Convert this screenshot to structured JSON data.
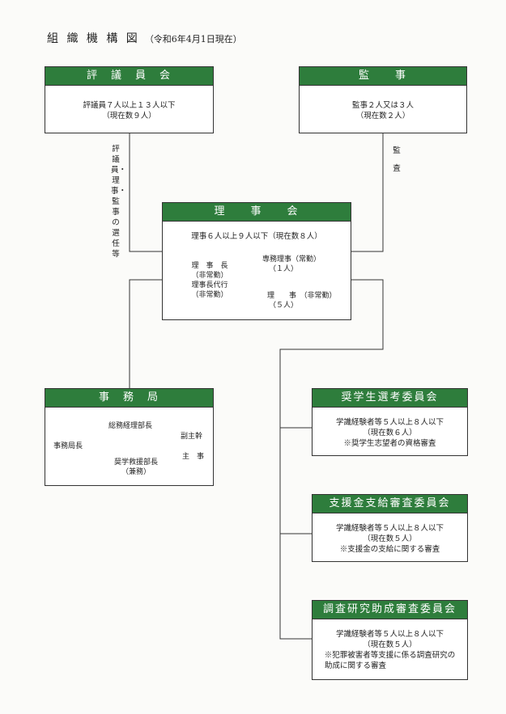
{
  "title": "組 織 機 構 図",
  "date": "（令和6年4月1日現在）",
  "hyogiin": {
    "name": "評　議　員　会",
    "l1": "評議員７人以上１３人以下",
    "l2": "（現在数９人）"
  },
  "kanji": {
    "name": "監　　事",
    "l1": "監事２人又は３人",
    "l2": "（現在数２人）"
  },
  "label_senin": "評議員・理事・監事の選任等",
  "label_kansa": "監査",
  "rijikai": {
    "name": "理　　事　　会",
    "l1": "理事６人以上９人以下（現在数８人）",
    "chairman": "理　事　長",
    "chairman_note": "（非常勤）",
    "deputy": "理事長代行",
    "deputy_note": "（非常勤）",
    "managing": "専務理事（常勤）",
    "managing_count": "（１人）",
    "directors": "理　　事　（非常勤）",
    "directors_count": "（５人）"
  },
  "jimukyoku": {
    "name": "事　務　局",
    "head": "事務局長",
    "general": "総務経理部長",
    "support": "奨学救援部長",
    "support_note": "（兼務）",
    "deputy": "副主幹",
    "staff": "主　事"
  },
  "committees": [
    {
      "name": "奨学生選考委員会",
      "l1": "学識経験者等５人以上８人以下",
      "l2": "（現在数６人）",
      "l3": "※奨学生志望者の資格審査",
      "l4": ""
    },
    {
      "name": "支援金支給審査委員会",
      "l1": "学識経験者等５人以上８人以下",
      "l2": "（現在数５人）",
      "l3": "※支援金の支給に関する審査",
      "l4": ""
    },
    {
      "name": "調査研究助成審査委員会",
      "l1": "学識経験者等５人以上８人以下",
      "l2": "（現在数５人）",
      "l3": "※犯罪被害者等支援に係る調査研究の",
      "l4": "助成に関する審査"
    }
  ],
  "colors": {
    "header": "#2e7d3c",
    "line": "#333333"
  }
}
